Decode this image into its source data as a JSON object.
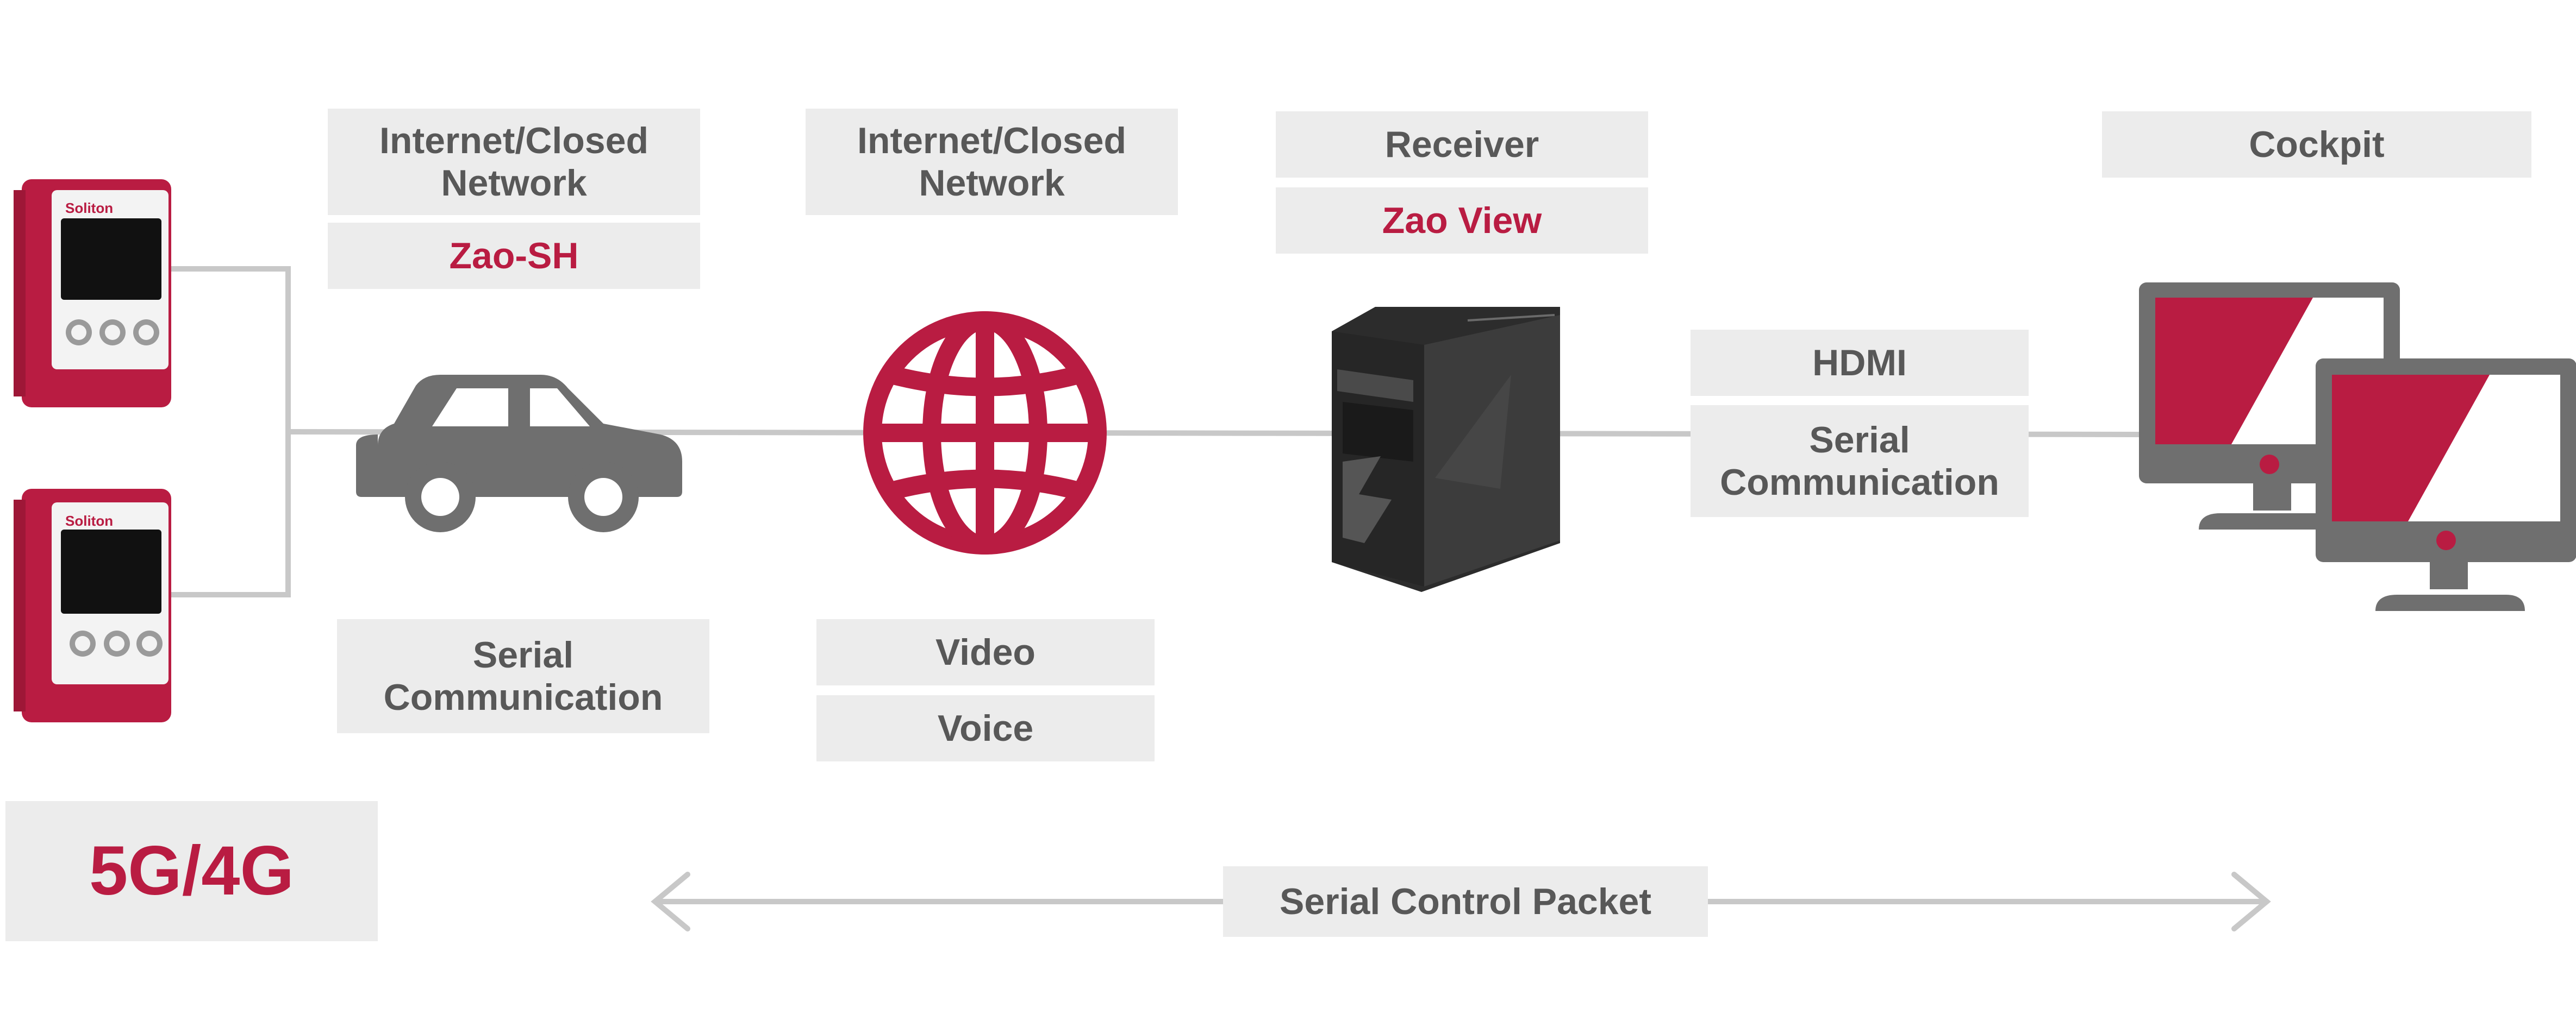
{
  "colors": {
    "accent": "#b91c42",
    "icon_gray": "#6f6f6f",
    "label_bg": "#ececec",
    "label_text": "#585858",
    "line": "#c8c8c8",
    "tower": "#2c2c2c"
  },
  "icons": [
    "transmitter-device",
    "car-icon",
    "globe-icon",
    "pc-tower-icon",
    "monitor-icon"
  ],
  "devices": {
    "brand": "Soliton"
  },
  "labels": {
    "network1": "Internet/Closed\nNetwork",
    "network1_product": "Zao-SH",
    "network2": "Internet/Closed\nNetwork",
    "receiver": "Receiver",
    "receiver_product": "Zao View",
    "cockpit": "Cockpit",
    "hdmi": "HDMI",
    "serial_comm_right": "Serial\nCommunication",
    "serial_comm_left": "Serial\nCommunication",
    "video": "Video",
    "voice": "Voice",
    "network_type": "5G/4G",
    "serial_control_packet": "Serial Control Packet"
  }
}
